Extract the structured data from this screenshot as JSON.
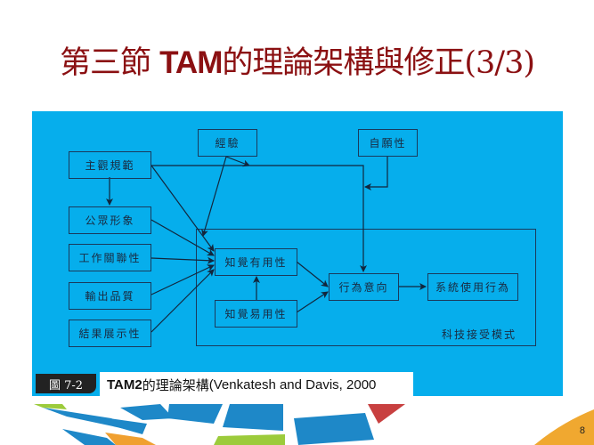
{
  "slide": {
    "title_prefix": "第三節 ",
    "title_bold": "TAM",
    "title_suffix": "的理論架構與修正(3/3)",
    "page_number": "8"
  },
  "diagram": {
    "background_color": "#06aeec",
    "nodes": {
      "experience": "經驗",
      "voluntariness": "自願性",
      "subjective_norm": "主觀規範",
      "image": "公眾形象",
      "job_relevance": "工作關聯性",
      "output_quality": "輸出品質",
      "result_demonstrability": "結果展示性",
      "perceived_usefulness": "知覺有用性",
      "perceived_ease_of_use": "知覺易用性",
      "intention_to_use": "行為意向",
      "usage_behavior": "系統使用行為"
    },
    "container_label": "科技接受模式",
    "edges": [
      [
        "subjective_norm",
        "image"
      ],
      [
        "subjective_norm",
        "perceived_usefulness"
      ],
      [
        "subjective_norm",
        "intention_to_use"
      ],
      [
        "experience",
        "subjective_norm_line"
      ],
      [
        "experience",
        "perceived_usefulness"
      ],
      [
        "voluntariness",
        "subjective_norm_line"
      ],
      [
        "image",
        "perceived_usefulness"
      ],
      [
        "job_relevance",
        "perceived_usefulness"
      ],
      [
        "output_quality",
        "perceived_usefulness"
      ],
      [
        "result_demonstrability",
        "perceived_usefulness"
      ],
      [
        "perceived_ease_of_use",
        "perceived_usefulness"
      ],
      [
        "perceived_usefulness",
        "intention_to_use"
      ],
      [
        "perceived_ease_of_use",
        "intention_to_use"
      ],
      [
        "intention_to_use",
        "usage_behavior"
      ]
    ]
  },
  "caption": {
    "figure_tag": "圖 7-2",
    "title_bold": "TAM2",
    "title": "的理論架構",
    "citation": " (Venkatesh and Davis, 2000"
  }
}
